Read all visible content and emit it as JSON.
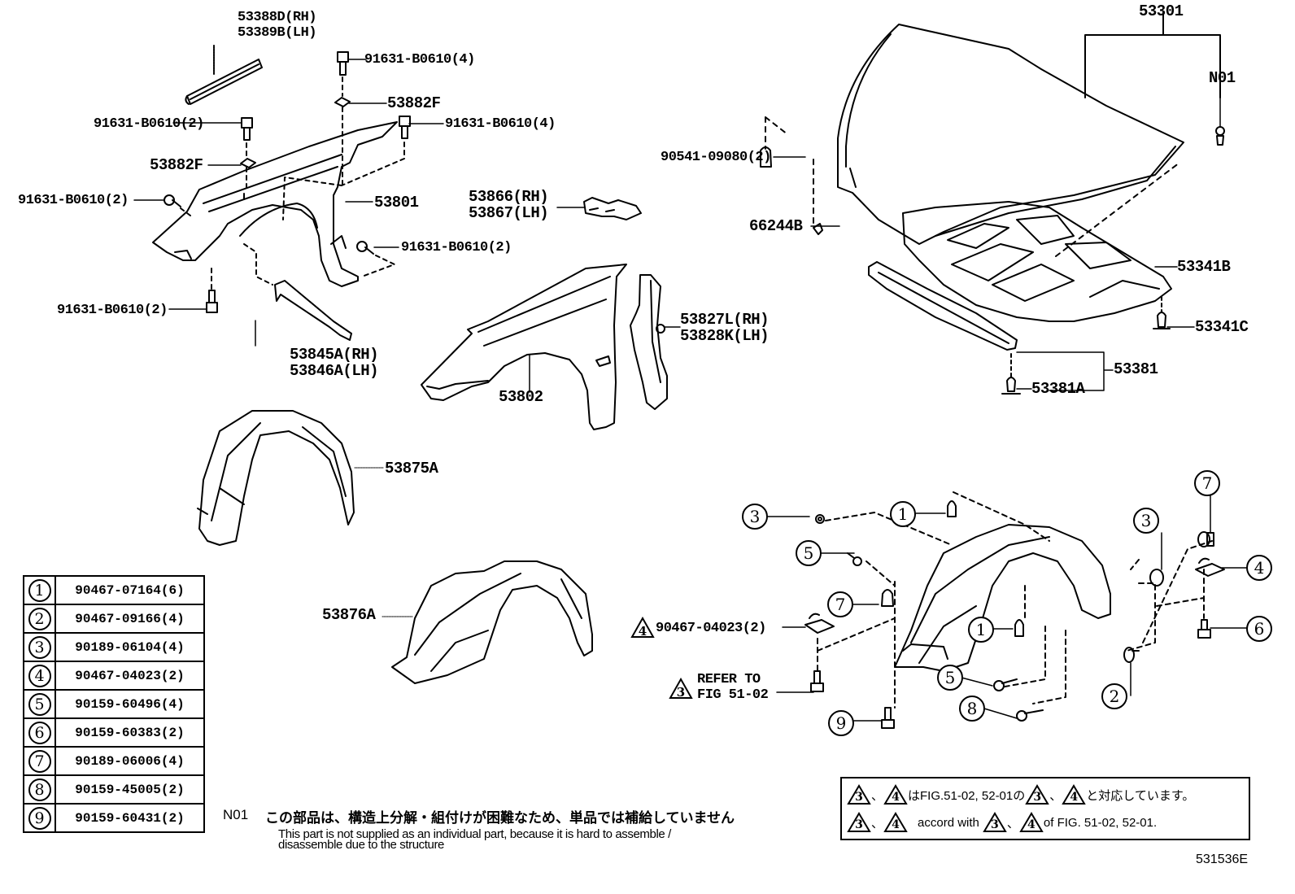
{
  "diagram": {
    "title_code": "531536E",
    "parts": {
      "p53388D_53389B": [
        "53388D(RH)",
        "53389B(LH)"
      ],
      "bolt_top": "91631-B0610(4)",
      "clip_53882F_top": "53882F",
      "bolt_left_top": "91631-B0610(2)",
      "bolt_right_top": "91631-B0610(4)",
      "clip_53882F_left": "53882F",
      "bolt_left_mid": "91631-B0610(2)",
      "p53801": "53801",
      "p53866_53867": [
        "53866(RH)",
        "53867(LH)"
      ],
      "bolt_right_mid": "91631-B0610(2)",
      "bolt_left_low": "91631-B0610(2)",
      "p53845A_53846A": [
        "53845A(RH)",
        "53846A(LH)"
      ],
      "p53802": "53802",
      "p53827L_53828K": [
        "53827L(RH)",
        "53828K(LH)"
      ],
      "p53875A": "53875A",
      "p53876A": "53876A",
      "p53301": "53301",
      "n01": "N01",
      "p90541": "90541-09080(2)",
      "p66244B": "66244B",
      "p53341B": "53341B",
      "p53341C": "53341C",
      "p53381": "53381",
      "p53381A": "53381A",
      "p90467_04023": "90467-04023(2)",
      "refer_to": [
        "REFER TO",
        "FIG 51-02"
      ]
    },
    "callouts": {
      "c3_left": "3",
      "c5_left": "5",
      "c1_top": "1",
      "c7_left": "7",
      "c9": "9",
      "c1_mid": "1",
      "c5_mid": "5",
      "c8": "8",
      "c2": "2",
      "c3_right": "3",
      "c7_right": "7",
      "c4": "4",
      "c6": "6",
      "tri4": "4",
      "tri3": "3"
    }
  },
  "legend": [
    {
      "num": "1",
      "part": "90467-07164(6)"
    },
    {
      "num": "2",
      "part": "90467-09166(4)"
    },
    {
      "num": "3",
      "part": "90189-06104(4)"
    },
    {
      "num": "4",
      "part": "90467-04023(2)"
    },
    {
      "num": "5",
      "part": "90159-60496(4)"
    },
    {
      "num": "6",
      "part": "90159-60383(2)"
    },
    {
      "num": "7",
      "part": "90189-06006(4)"
    },
    {
      "num": "8",
      "part": "90159-45005(2)"
    },
    {
      "num": "9",
      "part": "90159-60431(2)"
    }
  ],
  "note": {
    "code": "N01",
    "japanese": "この部品は、構造上分解・組付けが困難なため、単品では補給していません",
    "english_line1": "This part is not supplied as an individual part, because it is hard to assemble /",
    "english_line2": "disassemble due to the structure"
  },
  "accord_box": {
    "tri_a": "3",
    "tri_b": "4",
    "sep": "、",
    "jp_mid": "はFIG.51-02, 52-01の",
    "jp_end": "と対応しています。",
    "en_mid": "accord with",
    "en_end": "of FIG. 51-02, 52-01."
  }
}
